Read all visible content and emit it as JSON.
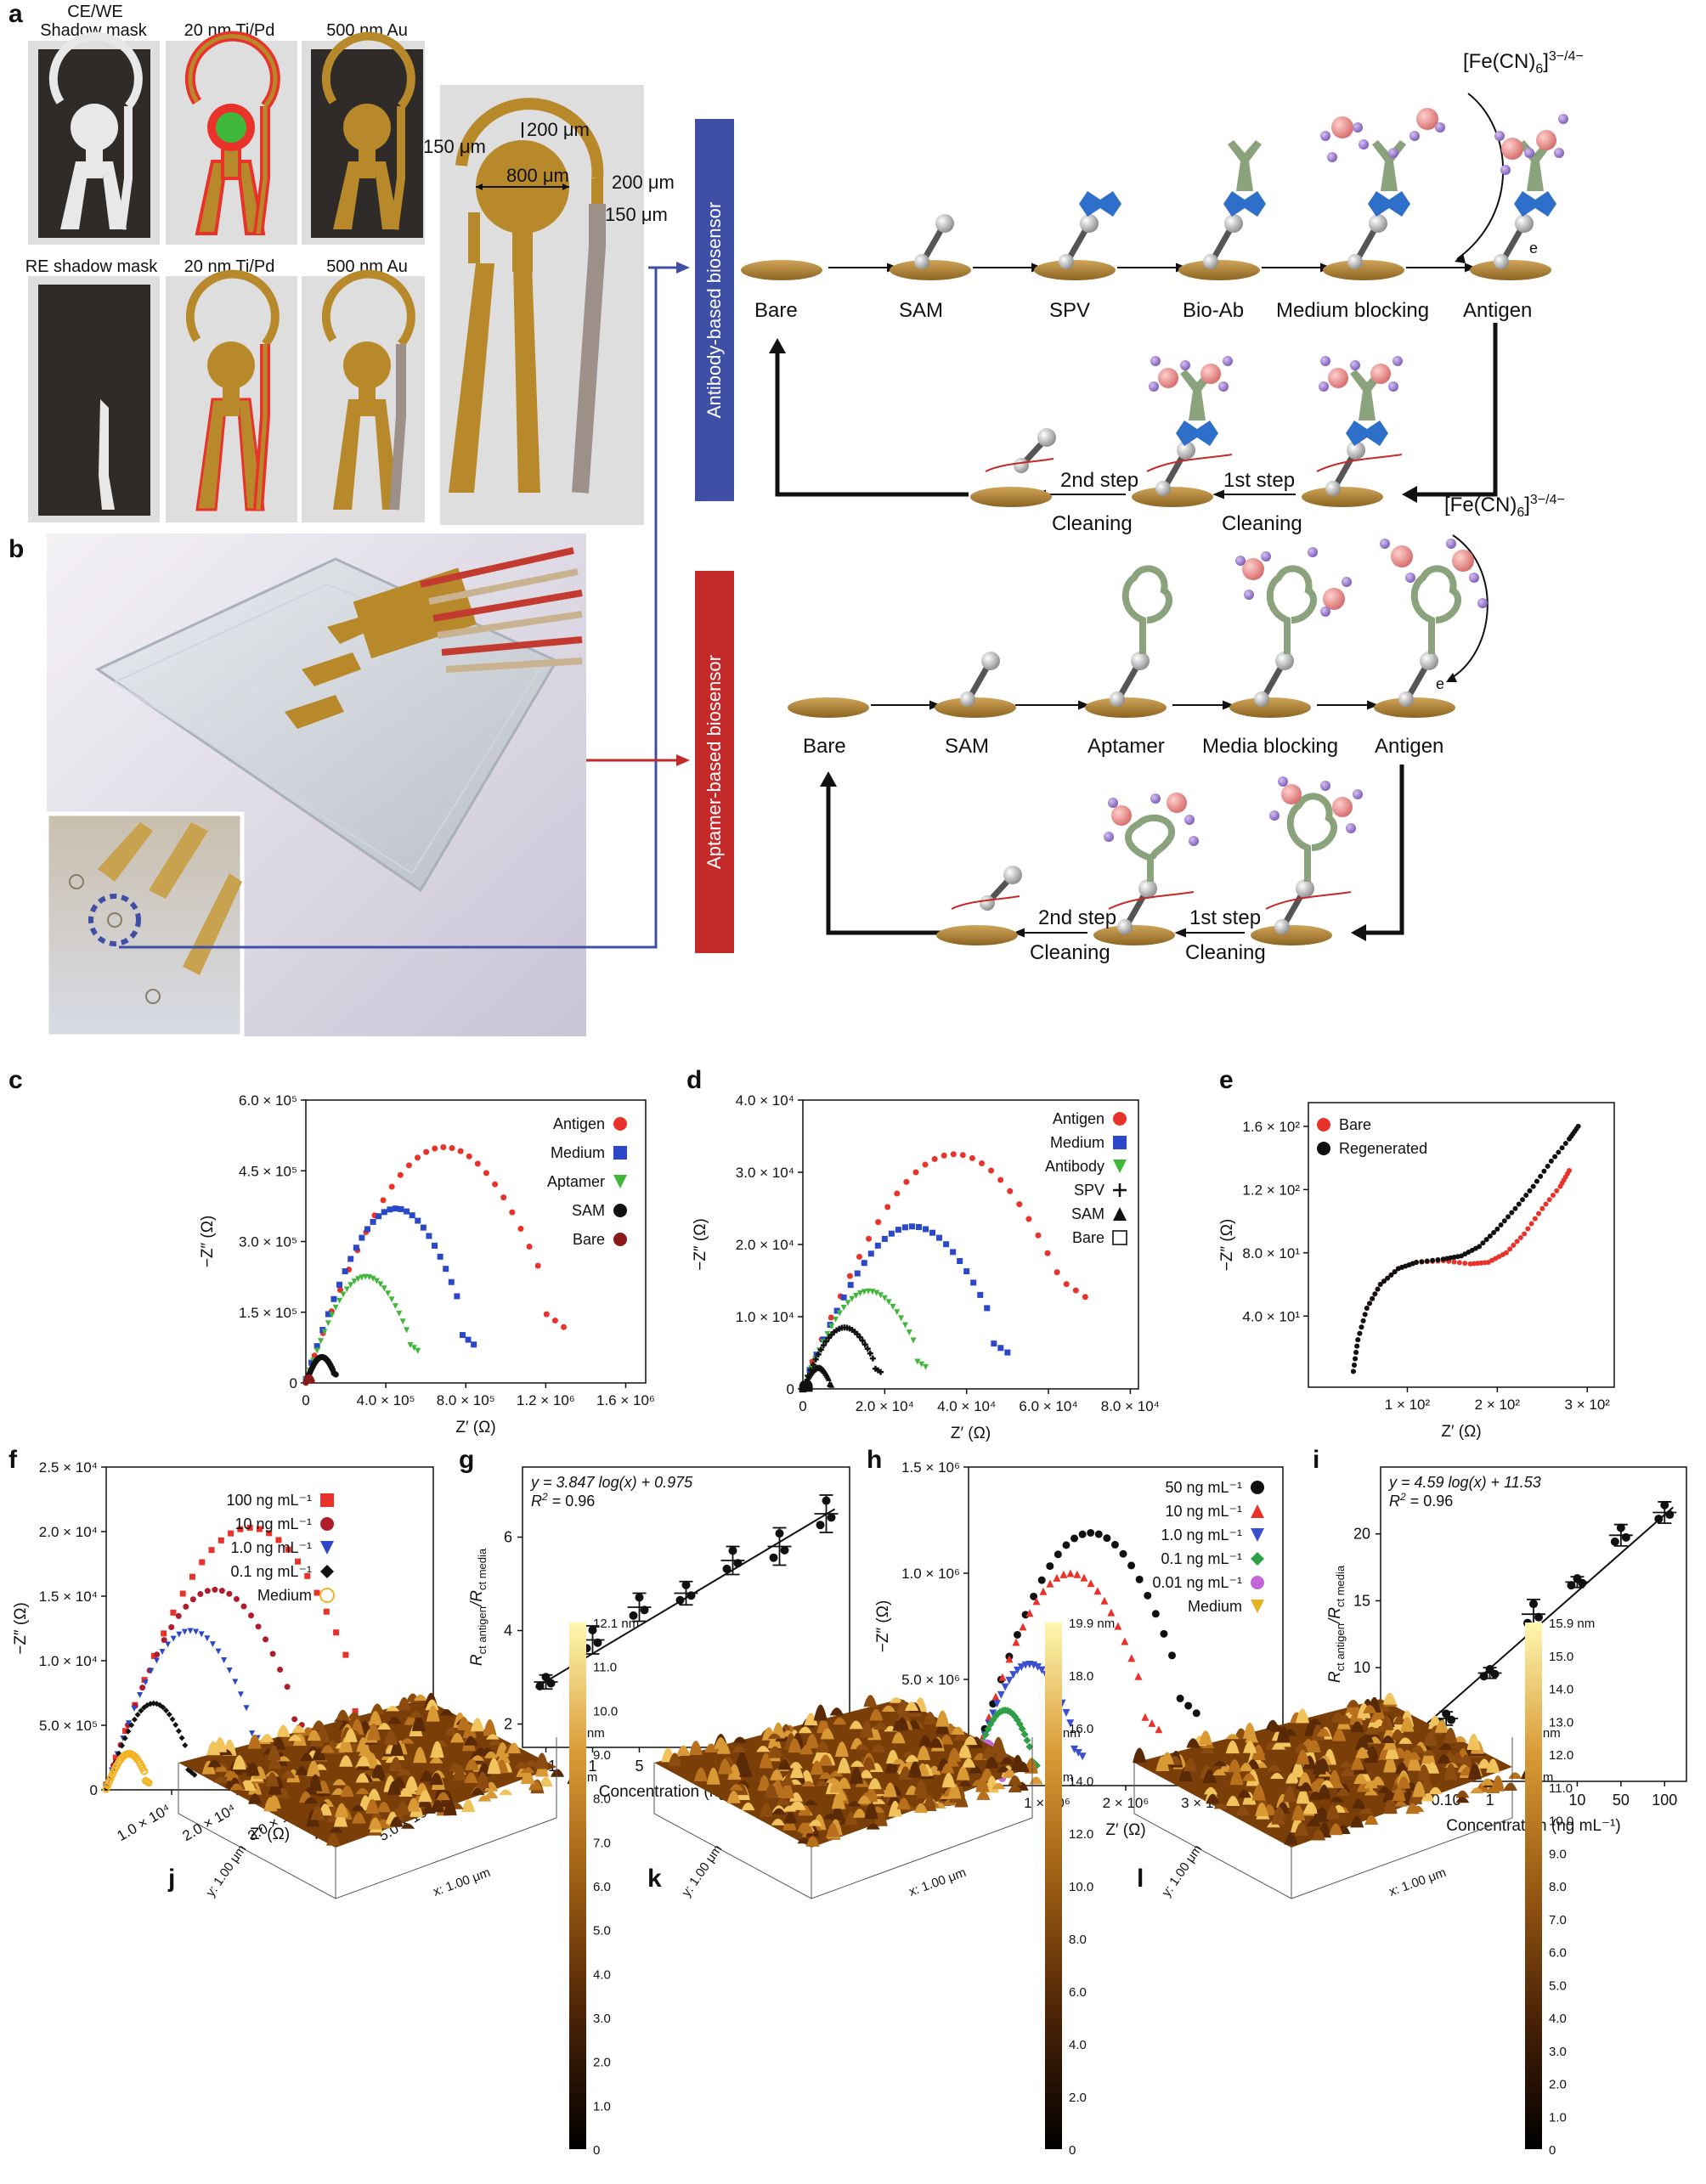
{
  "panel_letters": [
    "a",
    "b",
    "c",
    "d",
    "e",
    "f",
    "g",
    "h",
    "i",
    "j",
    "k",
    "l"
  ],
  "panel_a": {
    "top_title": "CE/WE",
    "labels_row1": [
      "Shadow mask",
      "20 nm Ti/Pd",
      "500 nm Au"
    ],
    "labels_row2": [
      "RE shadow mask",
      "20 nm Ti/Pd",
      "500 nm Au"
    ],
    "dims": {
      "d150_left": "150 μm",
      "d200_top": "200 μm",
      "d800": "800 μm",
      "d200_right": "200 μm",
      "d150_right": "150 μm"
    }
  },
  "schematic": {
    "antibody_box": "Antibody-based biosensor",
    "aptamer_box": "Aptamer-based biosensor",
    "antibody_steps": [
      "Bare",
      "SAM",
      "SPV",
      "Bio-Ab",
      "Medium blocking",
      "Antigen"
    ],
    "aptamer_steps": [
      "Bare",
      "SAM",
      "Aptamer",
      "Media blocking",
      "Antigen"
    ],
    "cleaning": [
      "2nd step",
      "Cleaning",
      "1st step",
      "Cleaning"
    ],
    "redox": "[Fe(CN)",
    "redox_sub": "6",
    "redox_close": "]",
    "redox_sup": "3−/4−",
    "electron": "e"
  },
  "colors": {
    "antibody_box": "#3f4fa5",
    "aptamer_box": "#c42a2a",
    "gold": "#b8892a",
    "red": "#e8322a",
    "blue": "#2b48c8",
    "green": "#3fb83a",
    "black": "#111111",
    "darkred": "#8a1a1a"
  },
  "chart_data": [
    {
      "id": "c",
      "type": "scatter",
      "ylabel": "−Z″ (Ω)",
      "xlabel": "Z′ (Ω)",
      "x_ticks": [
        "4.0 × 10⁵",
        "8.0 × 10⁵",
        "1.2 × 10⁶",
        "1.6 × 10⁶"
      ],
      "x_tick_values": [
        400000,
        800000,
        1200000,
        1600000
      ],
      "y_ticks": [
        "0",
        "1.5 × 10⁵",
        "3.0 × 10⁵",
        "4.5 × 10⁵",
        "6.0 × 10⁵"
      ],
      "y_tick_values": [
        0,
        150000,
        300000,
        450000,
        600000
      ],
      "x_zero_label": "0",
      "xlim": [
        0,
        1700000
      ],
      "ylim": [
        0,
        600000
      ],
      "series": [
        {
          "name": "Antigen",
          "color": "#e8322a",
          "marker": "circle",
          "arc": {
            "x0": 0,
            "x1": 1290000,
            "peak": 500000,
            "tail": 120000
          }
        },
        {
          "name": "Medium",
          "color": "#2b48c8",
          "marker": "square",
          "arc": {
            "x0": 0,
            "x1": 840000,
            "peak": 370000,
            "tail": 80000
          }
        },
        {
          "name": "Aptamer",
          "color": "#3fb83a",
          "marker": "triangle-down",
          "arc": {
            "x0": 0,
            "x1": 560000,
            "peak": 225000,
            "tail": 75000
          }
        },
        {
          "name": "SAM",
          "color": "#111111",
          "marker": "circle",
          "arc": {
            "x0": 0,
            "x1": 150000,
            "peak": 55000,
            "tail": 20000
          }
        },
        {
          "name": "Bare",
          "color": "#8a1a1a",
          "marker": "circle",
          "arc": {
            "x0": 0,
            "x1": 30000,
            "peak": 12000,
            "tail": 5000
          }
        }
      ]
    },
    {
      "id": "d",
      "type": "scatter",
      "ylabel": "−Z″ (Ω)",
      "xlabel": "Z′ (Ω)",
      "x_ticks": [
        "2.0 × 10⁴",
        "4.0 × 10⁴",
        "6.0 × 10⁴",
        "8.0 × 10⁴"
      ],
      "x_tick_values": [
        20000,
        40000,
        60000,
        80000
      ],
      "y_ticks": [
        "0",
        "1.0 × 10⁴",
        "2.0 × 10⁴",
        "3.0 × 10⁴",
        "4.0 × 10⁴"
      ],
      "y_tick_values": [
        0,
        10000,
        20000,
        30000,
        40000
      ],
      "x_zero_label": "0",
      "xlim": [
        0,
        82000
      ],
      "ylim": [
        0,
        40000
      ],
      "series": [
        {
          "name": "Antigen",
          "color": "#e8322a",
          "marker": "circle",
          "arc": {
            "x0": 0,
            "x1": 69000,
            "peak": 32500,
            "tail": 15000
          }
        },
        {
          "name": "Medium",
          "color": "#2b48c8",
          "marker": "square",
          "arc": {
            "x0": 0,
            "x1": 50000,
            "peak": 22500,
            "tail": 5000
          }
        },
        {
          "name": "Antibody",
          "color": "#3fb83a",
          "marker": "triangle-down",
          "arc": {
            "x0": 0,
            "x1": 30000,
            "peak": 13500,
            "tail": 3000
          }
        },
        {
          "name": "SPV",
          "color": "#111111",
          "marker": "plus",
          "arc": {
            "x0": 0,
            "x1": 19000,
            "peak": 8500,
            "tail": 2500
          }
        },
        {
          "name": "SAM",
          "color": "#111111",
          "marker": "triangle",
          "arc": {
            "x0": 0,
            "x1": 7000,
            "peak": 3000,
            "tail": 500
          }
        },
        {
          "name": "Bare",
          "color": "#111111",
          "marker": "square-open",
          "arc": {
            "x0": 0,
            "x1": 1500,
            "peak": 600,
            "tail": 100
          }
        }
      ]
    },
    {
      "id": "e",
      "type": "line",
      "ylabel": "−Z″ (Ω)",
      "xlabel": "Z′ (Ω)",
      "x_ticks": [
        "1 × 10²",
        "2 × 10²",
        "3 × 10²"
      ],
      "x_tick_values": [
        100,
        200,
        300
      ],
      "y_ticks": [
        "4.0 × 10¹",
        "8.0 × 10¹",
        "1.2 × 10²",
        "1.6 × 10²"
      ],
      "y_tick_values": [
        40,
        80,
        120,
        160
      ],
      "xlim": [
        -10,
        330
      ],
      "ylim": [
        -5,
        175
      ],
      "series": [
        {
          "name": "Bare",
          "color": "#e8322a",
          "marker": "circle",
          "points": [
            [
              40,
              5
            ],
            [
              45,
              25
            ],
            [
              55,
              45
            ],
            [
              70,
              60
            ],
            [
              90,
              70
            ],
            [
              110,
              74
            ],
            [
              140,
              75
            ],
            [
              170,
              73
            ],
            [
              190,
              74
            ],
            [
              210,
              80
            ],
            [
              230,
              92
            ],
            [
              250,
              108
            ],
            [
              270,
              122
            ],
            [
              280,
              132
            ]
          ]
        },
        {
          "name": "Regenerated",
          "color": "#111111",
          "marker": "circle",
          "points": [
            [
              40,
              5
            ],
            [
              45,
              25
            ],
            [
              55,
              45
            ],
            [
              70,
              60
            ],
            [
              90,
              70
            ],
            [
              110,
              74
            ],
            [
              140,
              76
            ],
            [
              160,
              78
            ],
            [
              180,
              84
            ],
            [
              200,
              95
            ],
            [
              220,
              108
            ],
            [
              240,
              122
            ],
            [
              260,
              138
            ],
            [
              280,
              152
            ],
            [
              290,
              160
            ]
          ]
        }
      ]
    },
    {
      "id": "f",
      "type": "scatter",
      "ylabel": "−Z″ (Ω)",
      "xlabel": "Z′ (Ω)",
      "x_ticks": [
        "1.0 × 10⁴",
        "2.0 × 10⁴",
        "3.0 × 10⁴",
        "4.0 × 10⁴",
        "5.0 × 10⁴"
      ],
      "x_tick_values": [
        10000,
        20000,
        30000,
        40000,
        50000
      ],
      "y_ticks": [
        "0",
        "5.0 × 10⁵",
        "1.0 × 10⁴",
        "1.5 × 10⁴",
        "2.0 × 10⁴",
        "2.5 × 10⁴"
      ],
      "y_tick_values": [
        0,
        5000,
        10000,
        15000,
        20000,
        25000
      ],
      "xlim": [
        0,
        50000
      ],
      "ylim": [
        0,
        25000
      ],
      "series": [
        {
          "name": "100 ng mL⁻¹",
          "color": "#e8322a",
          "marker": "square",
          "arc": {
            "x0": 0,
            "x1": 41000,
            "peak": 20300,
            "tail": 5000
          }
        },
        {
          "name": "10 ng mL⁻¹",
          "color": "#b01c2c",
          "marker": "circle",
          "arc": {
            "x0": 0,
            "x1": 31000,
            "peak": 15500,
            "tail": 5000
          }
        },
        {
          "name": "1.0 ng mL⁻¹",
          "color": "#2b48c8",
          "marker": "triangle-down",
          "arc": {
            "x0": 0,
            "x1": 24000,
            "peak": 12300,
            "tail": 4000
          }
        },
        {
          "name": "0.1 ng mL⁻¹",
          "color": "#111111",
          "marker": "diamond",
          "arc": {
            "x0": 0,
            "x1": 13500,
            "peak": 6700,
            "tail": 1000
          }
        },
        {
          "name": "Medium",
          "color": "#f5b324",
          "marker": "circle-open",
          "arc": {
            "x0": 0,
            "x1": 6500,
            "peak": 2800,
            "tail": 500
          }
        }
      ]
    },
    {
      "id": "g",
      "type": "scatter",
      "equation": "y = 3.847 log(x) + 0.975",
      "r2_label": "R",
      "r2_sup": "2",
      "r2_value": " = 0.96",
      "ylabel_main": "R",
      "ylabel_sub1": "ct antigen",
      "ylabel_mid": "/R",
      "ylabel_sub2": "ct media",
      "xlabel": "Concentration (ng mL⁻¹)",
      "categories": [
        "0.1",
        "1",
        "5",
        "10",
        "50",
        "100",
        "500"
      ],
      "values": [
        2.9,
        3.8,
        4.5,
        4.8,
        5.5,
        5.8,
        6.5
      ],
      "errors": [
        0.15,
        0.3,
        0.3,
        0.25,
        0.3,
        0.4,
        0.4
      ],
      "y_ticks": [
        "2",
        "4",
        "6"
      ],
      "y_tick_values": [
        2,
        4,
        6
      ],
      "ylim": [
        1.5,
        7.5
      ]
    },
    {
      "id": "h",
      "type": "scatter",
      "ylabel": "−Z″ (Ω)",
      "xlabel": "Z′ (Ω)",
      "x_ticks": [
        "1 × 10⁶",
        "2 × 10⁶",
        "3 × 10⁶",
        "4 × 10⁶"
      ],
      "x_tick_values": [
        1000000,
        2000000,
        3000000,
        4000000
      ],
      "y_ticks": [
        "0",
        "5.0 × 10⁶",
        "1.0 × 10⁶",
        "1.5 × 10⁶"
      ],
      "y_tick_values": [
        0,
        500000,
        1000000,
        1500000
      ],
      "xlim": [
        0,
        4000000
      ],
      "ylim": [
        0,
        1500000
      ],
      "series": [
        {
          "name": "50 ng mL⁻¹",
          "color": "#111111",
          "marker": "circle",
          "arc": {
            "x0": 0,
            "x1": 2900000,
            "peak": 1190000,
            "tail": 370000
          }
        },
        {
          "name": "10 ng mL⁻¹",
          "color": "#e8322a",
          "marker": "triangle",
          "arc": {
            "x0": 0,
            "x1": 2420000,
            "peak": 1000000,
            "tail": 280000
          }
        },
        {
          "name": "1.0 ng mL⁻¹",
          "color": "#3a4fcf",
          "marker": "triangle-down",
          "arc": {
            "x0": 0,
            "x1": 1450000,
            "peak": 570000,
            "tail": 140000
          }
        },
        {
          "name": "0.1 ng mL⁻¹",
          "color": "#2e9f46",
          "marker": "diamond",
          "arc": {
            "x0": 0,
            "x1": 870000,
            "peak": 355000,
            "tail": 100000
          }
        },
        {
          "name": "0.01 ng mL⁻¹",
          "color": "#c466d6",
          "marker": "circle",
          "arc": {
            "x0": 0,
            "x1": 430000,
            "peak": 200000,
            "tail": 30000
          }
        },
        {
          "name": "Medium",
          "color": "#e3b422",
          "marker": "triangle-down",
          "arc": {
            "x0": 0,
            "x1": 120000,
            "peak": 40000,
            "tail": 5000
          }
        }
      ]
    },
    {
      "id": "i",
      "type": "scatter",
      "equation": "y = 4.59 log(x) + 11.53",
      "r2_label": "R",
      "r2_sup": "2",
      "r2_value": " = 0.96",
      "ylabel_main": "R",
      "ylabel_sub1": "ct antigen",
      "ylabel_mid": "/R",
      "ylabel_sub2": "ct media",
      "xlabel": "Concentration (ng mL⁻¹)",
      "categories": [
        "0.01",
        "0.10",
        "1",
        "5",
        "10",
        "50",
        "100"
      ],
      "values": [
        4.0,
        6.2,
        9.6,
        14.0,
        16.4,
        19.9,
        21.6
      ],
      "errors": [
        0.6,
        0.5,
        0.4,
        1.1,
        0.4,
        0.8,
        0.8
      ],
      "y_ticks": [
        "5",
        "10",
        "15",
        "20"
      ],
      "y_tick_values": [
        5,
        10,
        15,
        20
      ],
      "ylim": [
        1.5,
        25
      ]
    }
  ],
  "afm": [
    {
      "id": "j",
      "scale": [
        "12.1 nm",
        "11.0",
        "10.0",
        "9.0",
        "8.0",
        "7.0",
        "6.0",
        "5.0",
        "4.0",
        "3.0",
        "2.0",
        "1.0",
        "0"
      ],
      "z_top": "12 nm",
      "z_bottom": "0 nm",
      "y_axis": "y: 1.00 μm",
      "x_axis": "x: 1.00 μm"
    },
    {
      "id": "k",
      "scale": [
        "19.9 nm",
        "18.0",
        "16.0",
        "14.0",
        "12.0",
        "10.0",
        "8.0",
        "6.0",
        "4.0",
        "2.0",
        "0"
      ],
      "z_top": "12 nm",
      "z_bottom": "0 nm",
      "y_axis": "y: 1.00 μm",
      "x_axis": "x: 1.00 μm"
    },
    {
      "id": "l",
      "scale": [
        "15.9 nm",
        "15.0",
        "14.0",
        "13.0",
        "12.0",
        "11.0",
        "10.0",
        "9.0",
        "8.0",
        "7.0",
        "6.0",
        "5.0",
        "4.0",
        "3.0",
        "2.0",
        "1.0",
        "0"
      ],
      "z_top": "16 nm",
      "z_bottom": "0 nm",
      "y_axis": "y: 1.00 μm",
      "x_axis": "x: 1.00 μm"
    }
  ]
}
